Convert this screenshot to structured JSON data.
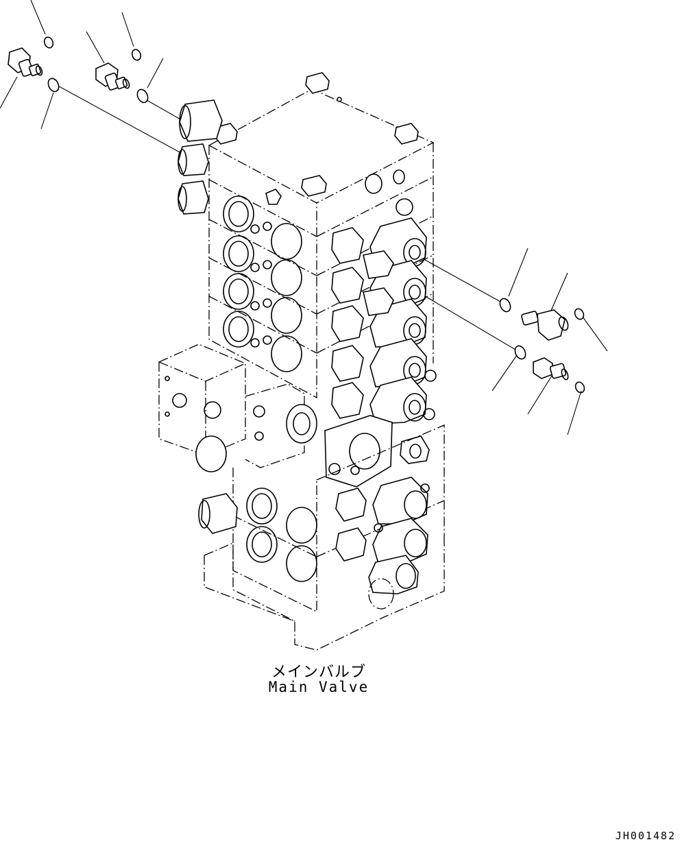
{
  "diagram": {
    "label_jp": "メインバルブ",
    "label_en": "Main Valve",
    "drawing_number": "JH001482"
  }
}
